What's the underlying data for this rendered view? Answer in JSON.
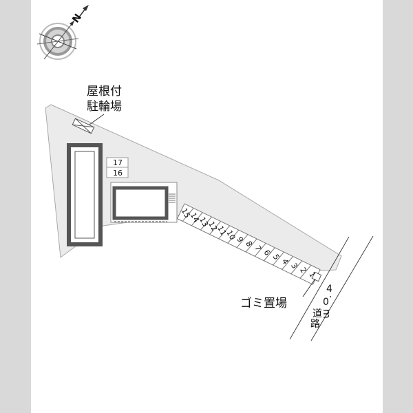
{
  "compass": {
    "label": "N",
    "icon": "compass-rose-icon"
  },
  "bicycle_parking": {
    "line1": "屋根付",
    "line2": "駐輪場",
    "icon": "bicycle-shelter-icon"
  },
  "garbage": {
    "label": "ゴミ置場"
  },
  "road": {
    "width_chars": [
      "4",
      ".",
      "0",
      "m"
    ],
    "name_chars": [
      "道",
      "路"
    ]
  },
  "parking": {
    "diagonal": [
      "15",
      "14",
      "13",
      "12",
      "11",
      "10",
      "9",
      "8",
      "7",
      "6",
      "5",
      "4",
      "3",
      "2",
      "1"
    ],
    "left": [
      "17",
      "16"
    ]
  },
  "colors": {
    "lot": "#ebebeb",
    "outline": "#9a9a9a",
    "building": "#555555",
    "background": "#d9d9d9"
  }
}
